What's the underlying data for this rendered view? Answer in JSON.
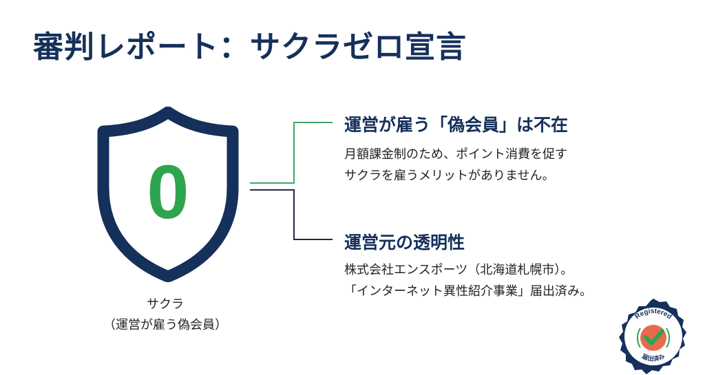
{
  "title": "審判レポート：サクラゼロ宣言",
  "shield": {
    "value": "0",
    "label_line1": "サクラ",
    "label_line2": "（運営が雇う偽会員）",
    "colors": {
      "outline": "#15305a",
      "digit": "#2fa44f"
    }
  },
  "points": [
    {
      "title": "運営が雇う「偽会員」は不在",
      "body_line1": "月額課金制のため、ポイント消費を促す",
      "body_line2": "サクラを雇うメリットがありません。",
      "connector_color": "#3ea56a"
    },
    {
      "title": "運営元の透明性",
      "body_line1": "株式会社エンスポーツ（北海道札幌市）。",
      "body_line2": "「インターネット異性紹介事業」届出済み。",
      "connector_color": "#1f2a44"
    }
  ],
  "badge": {
    "top_text": "Registered",
    "bottom_text": "届出済み",
    "colors": {
      "ring": "#15305a",
      "inner": "#e86a4f",
      "check": "#2fa44f",
      "arcs": "#2fa44f"
    }
  }
}
